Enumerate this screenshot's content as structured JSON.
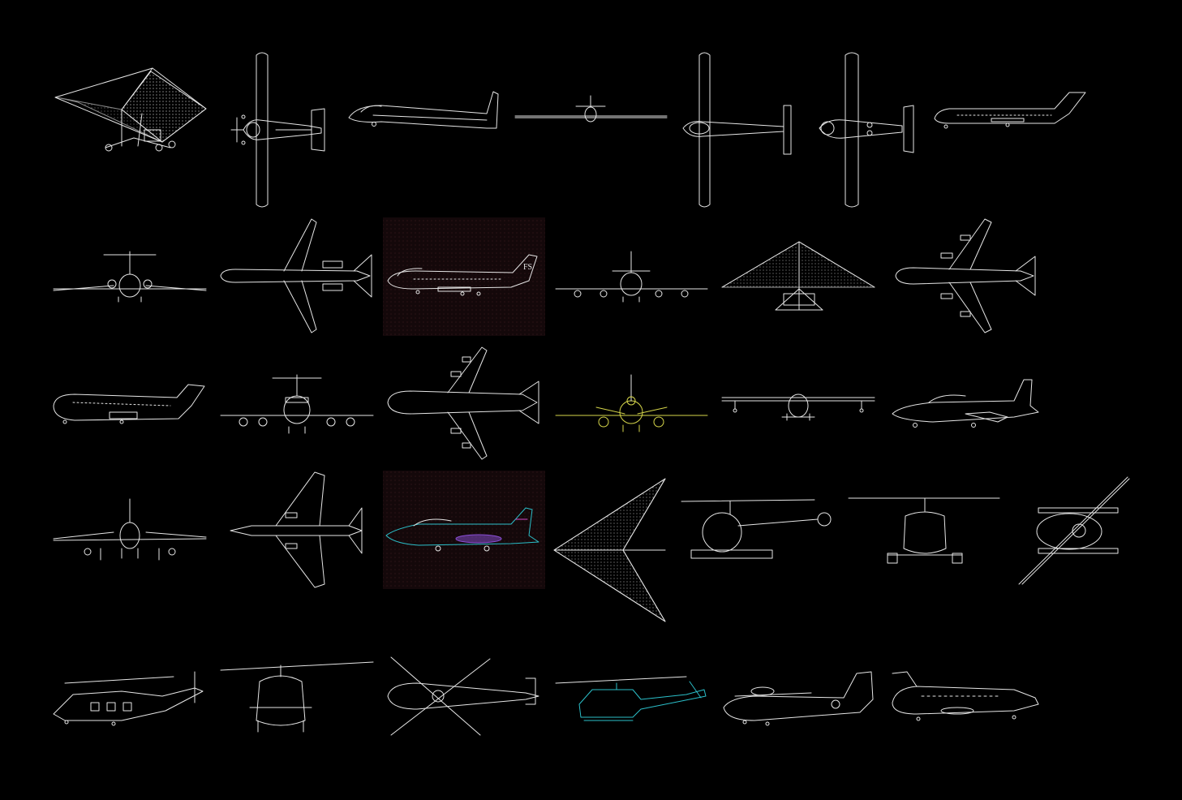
{
  "drawing": {
    "background": "#000000",
    "colors": {
      "line": "#e6e6e6",
      "yellow": "#d6d64a",
      "cyan": "#2bbfc9",
      "panel": "#1a0a0c",
      "panel_dot": "#3a1a1e",
      "purple": "#8a4fd6"
    },
    "rows": [
      {
        "items": [
          {
            "kind": "hang-glider-trike-side"
          },
          {
            "kind": "light-plane-top"
          },
          {
            "kind": "glider-side"
          },
          {
            "kind": "glider-front"
          },
          {
            "kind": "glider-top"
          },
          {
            "kind": "light-plane-top-2"
          },
          {
            "kind": "regional-jet-side"
          }
        ]
      },
      {
        "items": [
          {
            "kind": "trijet-front"
          },
          {
            "kind": "trijet-top"
          },
          {
            "kind": "jumbo-jet-side",
            "panel": true,
            "tail_letters": "FS"
          },
          {
            "kind": "jumbo-jet-front"
          },
          {
            "kind": "hang-glider-front"
          },
          {
            "kind": "airliner-top"
          }
        ]
      },
      {
        "items": [
          {
            "kind": "cargo-jet-side"
          },
          {
            "kind": "jumbo-jet-front-2"
          },
          {
            "kind": "jumbo-jet-top"
          },
          {
            "kind": "trijet-front-yellow"
          },
          {
            "kind": "amphibian-front"
          },
          {
            "kind": "jet-trainer-side"
          }
        ]
      },
      {
        "items": [
          {
            "kind": "fighter-front"
          },
          {
            "kind": "fighter-top"
          },
          {
            "kind": "fighter-side-color",
            "panel": true
          },
          {
            "kind": "hang-glider-top"
          },
          {
            "kind": "light-helicopter-side"
          },
          {
            "kind": "light-helicopter-front"
          },
          {
            "kind": "light-helicopter-top"
          }
        ]
      },
      {
        "items": [
          {
            "kind": "helicopter-side"
          },
          {
            "kind": "helicopter-front"
          },
          {
            "kind": "helicopter-top"
          },
          {
            "kind": "utility-helicopter-side-cyan"
          },
          {
            "kind": "flying-boat-side"
          },
          {
            "kind": "business-jet-side"
          }
        ]
      }
    ]
  }
}
